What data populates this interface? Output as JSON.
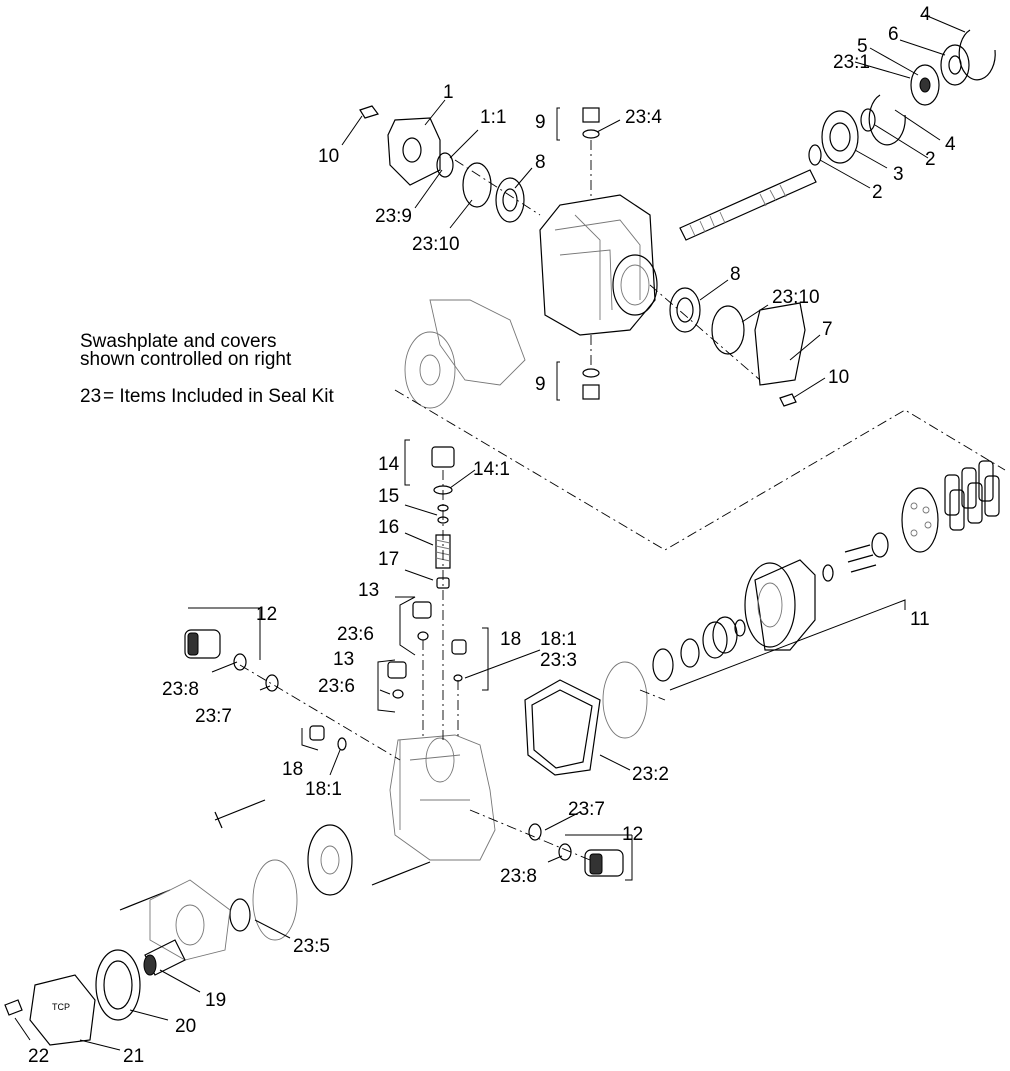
{
  "notes": {
    "line1": "Swashplate and covers",
    "line2": "shown controlled on right",
    "kit_key": "23",
    "kit_text": "= Items Included in Seal Kit"
  },
  "labels": {
    "l1": "1",
    "l1_1": "1:1",
    "l2a": "2",
    "l2b": "2",
    "l3": "3",
    "l4a": "4",
    "l4b": "4",
    "l5": "5",
    "l6": "6",
    "l7": "7",
    "l8a": "8",
    "l8b": "8",
    "l9a": "9",
    "l9b": "9",
    "l10a": "10",
    "l10b": "10",
    "l11": "11",
    "l12a": "12",
    "l12b": "12",
    "l13a": "13",
    "l13b": "13",
    "l14": "14",
    "l14_1": "14:1",
    "l15": "15",
    "l16": "16",
    "l17": "17",
    "l18a": "18",
    "l18_1a": "18:1",
    "l18b": "18",
    "l18_1b": "18:1",
    "l19": "19",
    "l20": "20",
    "l21": "21",
    "l22": "22",
    "l23_1": "23:1",
    "l23_2": "23:2",
    "l23_3": "23:3",
    "l23_4": "23:4",
    "l23_5": "23:5",
    "l23_6a": "23:6",
    "l23_6b": "23:6",
    "l23_7a": "23:7",
    "l23_7b": "23:7",
    "l23_8a": "23:8",
    "l23_8b": "23:8",
    "l23_9": "23:9",
    "l23_10a": "23:10",
    "l23_10b": "23:10",
    "logo": "TCP"
  }
}
